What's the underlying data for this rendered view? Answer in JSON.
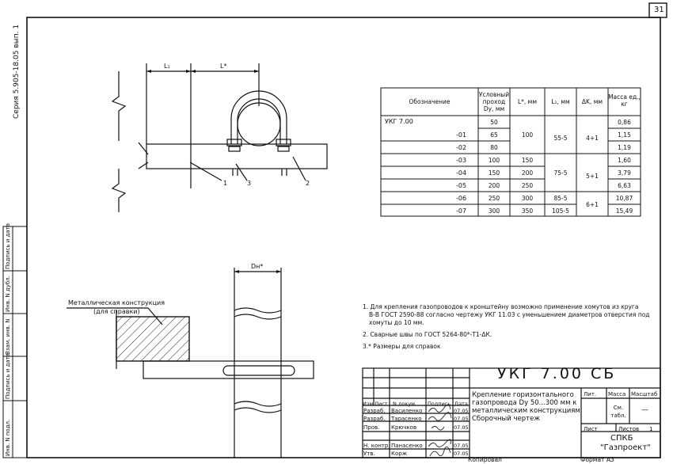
{
  "sheet_number": "31",
  "series_label": "Серия 5.905-18.05 вып. 1",
  "left_strip": {
    "inv_orig": "Инв. N подл.",
    "sign_date_1": "Подпись и дата",
    "replace_inv": "Взам. инв. N",
    "inv_dubl": "Инв. N дубл.",
    "sign_date_2": "Подпись и дата"
  },
  "drawing": {
    "label_L1": "L₁",
    "label_Lstar": "L*",
    "label_Dn": "Dн*",
    "callout_1": "1",
    "callout_2": "2",
    "callout_3": "3",
    "metal_structure": "Металлическая конструкция",
    "for_reference": "(для справки)"
  },
  "table": {
    "headers": {
      "designation": "Обозначение",
      "dy": "Условный проход Dy, мм",
      "lstar": "L*, мм",
      "l1": "L₁, мм",
      "dk": "ΔK, мм",
      "mass": "Масса ед., кг"
    },
    "rows": [
      {
        "des": "УКГ 7.00",
        "dy": "50",
        "mass": "0,86"
      },
      {
        "des": "-01",
        "dy": "65",
        "mass": "1,15"
      },
      {
        "des": "-02",
        "dy": "80",
        "mass": "1,19"
      },
      {
        "des": "-03",
        "dy": "100",
        "mass": "1,60"
      },
      {
        "des": "-04",
        "dy": "150",
        "mass": "3,79"
      },
      {
        "des": "-05",
        "dy": "200",
        "mass": "6,63"
      },
      {
        "des": "-06",
        "dy": "250",
        "mass": "10,87"
      },
      {
        "des": "-07",
        "dy": "300",
        "mass": "15,49"
      }
    ],
    "lstar_groups": {
      "g1": "100",
      "g2": "150",
      "g3": "200",
      "g4": "250",
      "g5": "300",
      "g6": "350"
    },
    "l1_groups": {
      "g1": "55-5",
      "g2": "75-5",
      "g3": "85-5",
      "g4": "105-5"
    },
    "dk_groups": {
      "g1": "4+1",
      "g2": "5+1",
      "g3": "6+1"
    }
  },
  "notes": {
    "n1": "1. Для крепления газопроводов к кронштейну возможно применение хомутов из круга",
    "n1b": "В-В ГОСТ 2590-88 согласно чертежу УКГ 11.03 с уменьшением диаметров отверстия под",
    "n1c": "хомуты до 10 мм.",
    "n2": "2. Сварные швы по ГОСТ 5264-80*-Т1-ΔК.",
    "n3": "3.* Размеры для справок"
  },
  "title_block": {
    "code": "УКГ 7.00 СБ",
    "name1": "Крепление горизонтального",
    "name2": "газопровода Dy 50...300 мм к",
    "name3": "металлическим конструкциям.",
    "name4": "Сборочный чертеж",
    "h_izm": "Изм.",
    "h_list": "Лист",
    "h_ndok": "N докум.",
    "h_podp": "Подпись",
    "h_data": "Дата",
    "r1_role": "Разраб.",
    "r1_name": "Василенко",
    "r1_date": "07.05",
    "r2_role": "Разраб.",
    "r2_name": "Тарасенко",
    "r2_date": "07.05",
    "r3_role": "Пров.",
    "r3_name": "Крючков",
    "r3_date": "07.05",
    "r4_role": "Н. контр.",
    "r4_name": "Панасенко",
    "r4_date": "07.05",
    "r5_role": "Утв.",
    "r5_name": "Корж",
    "r5_date": "07.05",
    "lit": "Лит.",
    "massa": "Масса",
    "masshtab": "Масштаб",
    "mass_value": "См. табл.",
    "scale_value": "—",
    "sheet": "Лист",
    "sheets": "Листов",
    "sheets_value": "1",
    "org1": "СПКБ",
    "org2": "\"Газпроект\""
  },
  "footer": {
    "kopiroval": "Копировал",
    "format": "Формат А3"
  }
}
